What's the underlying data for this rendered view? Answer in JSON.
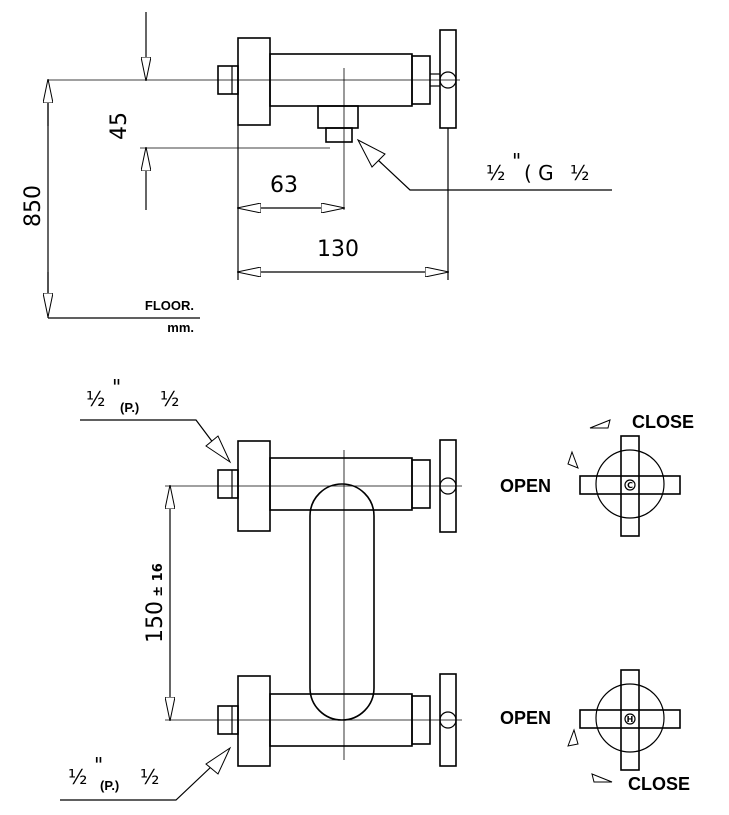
{
  "side_view": {
    "dim_height": "850",
    "dim_offset": "45",
    "dim_depth_outlet": "63",
    "dim_depth_total": "130",
    "outlet_thread": {
      "a": "½",
      "mark": "\"",
      "mid": "( G",
      "b": "½"
    },
    "floor_label": "FLOOR.",
    "unit_label": "mm."
  },
  "front_view": {
    "dim_centers": "150",
    "dim_tolerance": "± 16",
    "inlet_top": {
      "a": "½",
      "mark": "\"",
      "mid": "(P.)",
      "b": "½"
    },
    "inlet_bottom": {
      "a": "½",
      "mark": "\"",
      "mid": "(P.)",
      "b": "½"
    }
  },
  "handles": {
    "top": {
      "close": "CLOSE",
      "open": "OPEN",
      "mark": "C"
    },
    "bottom": {
      "close": "CLOSE",
      "open": "OPEN",
      "mark": "H"
    }
  }
}
